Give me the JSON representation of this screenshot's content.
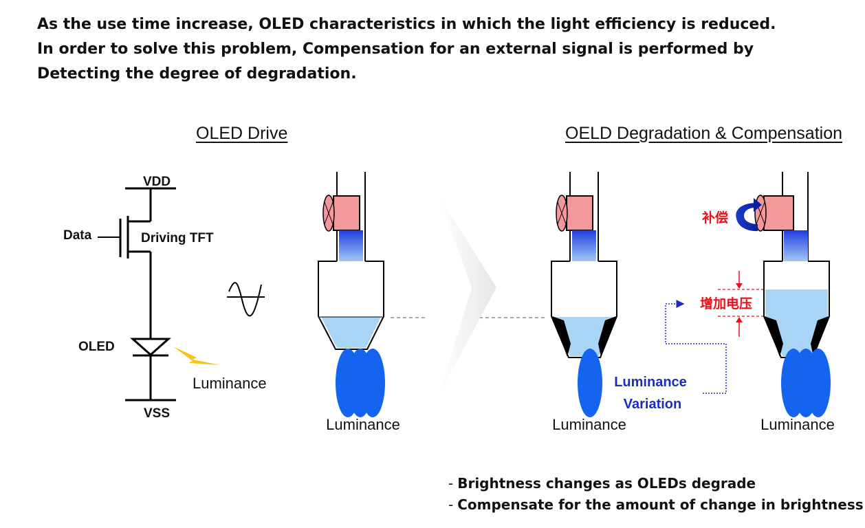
{
  "intro": {
    "lines": [
      "As the use time increase, OLED characteristics in which the light efficiency is reduced.",
      "In order to solve this problem, Compensation for an external signal is performed by",
      "Detecting the degree of degradation."
    ]
  },
  "headings": {
    "left": "OLED Drive",
    "right": "OELD Degradation & Compensation"
  },
  "circuit": {
    "vdd": "VDD",
    "vss": "VSS",
    "data": "Data",
    "driving_tft": "Driving TFT",
    "oled": "OLED",
    "luminance": "Luminance"
  },
  "pixels": {
    "luminance_1": "Luminance",
    "luminance_2": "Luminance",
    "luminance_3": "Luminance",
    "variation_line1": "Luminance",
    "variation_line2": "Variation",
    "compensation_label": "补偿",
    "voltage_label": "增加电压"
  },
  "notes": {
    "dash": "-",
    "items": [
      "Brightness changes as OLEDs degrade",
      "Compensate for the amount of change in brightness"
    ]
  },
  "colors": {
    "text": "#111111",
    "transistor_fill": "#f4989c",
    "light_blue": "#a8d4f5",
    "blob_blue": "#1464f0",
    "variation_text": "#1a2dbf",
    "annotation_red": "#e8101a",
    "lightning": "#f5c518"
  }
}
